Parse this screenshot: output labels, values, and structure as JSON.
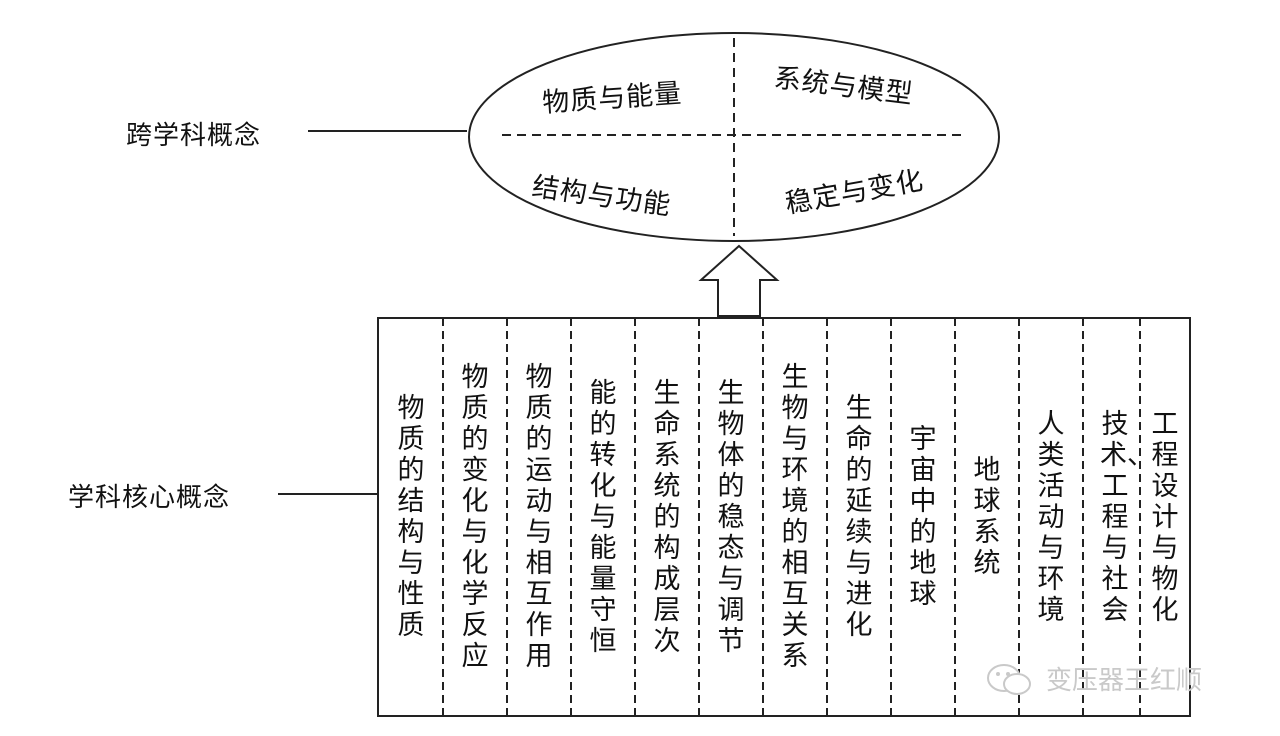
{
  "labels": {
    "cross": "跨学科概念",
    "core": "学科核心概念"
  },
  "ellipse_quadrants": {
    "top_left": "物质与能量",
    "top_right": "系统与模型",
    "bottom_left": "结构与功能",
    "bottom_right": "稳定与变化"
  },
  "core_concepts": [
    "物质的结构与性质",
    "物质的变化与化学反应",
    "物质的运动与相互作用",
    "能的转化与能量守恒",
    "生命系统的构成层次",
    "生物体的稳态与调节",
    "生物与环境的相互关系",
    "生命的延续与进化",
    "宇宙中的地球",
    "地球系统",
    "人类活动与环境",
    "技术、工程与社会",
    "工程设计与物化"
  ],
  "watermark": "变压器王红顺"
}
